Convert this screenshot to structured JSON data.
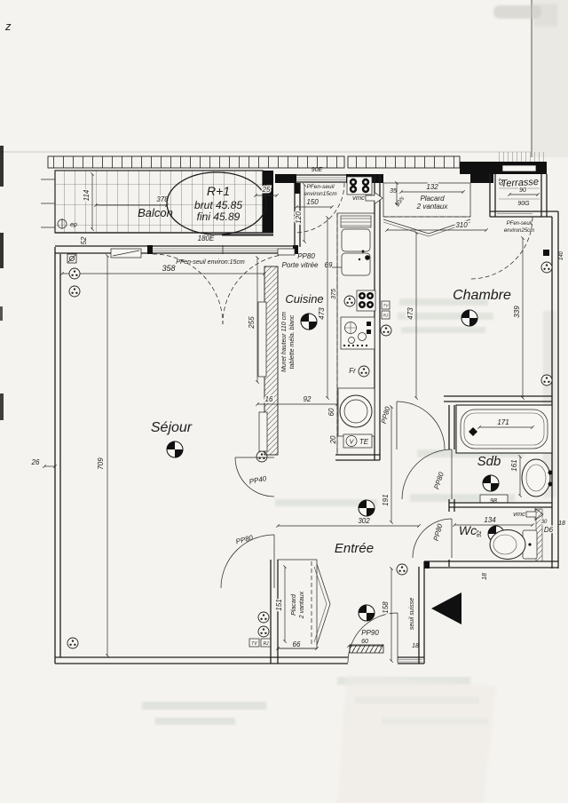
{
  "page": {
    "margin_mark": "z"
  },
  "stamp": {
    "level": "R+1",
    "brut": "brut 45.85",
    "fini": "fini 45.89"
  },
  "rooms": {
    "balcon": "Balcon",
    "terrasse": "Terrasse",
    "cuisine": "Cuisine",
    "chambre": "Chambre",
    "sejour": "Séjour",
    "sdb": "Sdb",
    "wc": "Wc",
    "entree": "Entrée"
  },
  "doors": {
    "pp80": "PP80",
    "pp40": "PP40",
    "pp90": "PP90",
    "porte_vitree": "Porte vitrée",
    "d6": "D6"
  },
  "notes": {
    "pfen15_l1": "PFen-seuil",
    "pfen15_l2": "environ15cm",
    "pfen15_sejour": "PFen-seuil environ:15cm",
    "pfen25_l1": "PFen-seuil",
    "pfen25_l2": "environ25cm",
    "muret_l1": "Muret hauteur 110 cm",
    "muret_l2": "tablette méla. blanc",
    "seuil_suisse": "seuil suisse",
    "placard_l1": "Placard",
    "placard_l2": "2 vantaux",
    "vmc": "vmc",
    "ep": "ep",
    "fr": "Fr",
    "te": "TE",
    "v": "V",
    "tv": "TV",
    "rj": "RJ",
    "flow": "50/s"
  },
  "dims": {
    "d378": "378",
    "d114": "114",
    "d25": "25",
    "d52": "52",
    "d180e": "180E",
    "d90e": "90E",
    "d150": "150",
    "d120": "120",
    "d35": "35",
    "d132": "132",
    "d310": "310",
    "d62": "62",
    "d90": "90",
    "d90g": "90G",
    "d140": "140",
    "d358": "358",
    "d255": "255",
    "d69": "69",
    "d473": "473",
    "d375": "375",
    "d339": "339",
    "d26": "26",
    "d709": "709",
    "d16": "16",
    "d92": "92",
    "d60w": "60",
    "d20": "20",
    "d171": "171",
    "d161": "161",
    "d98": "98",
    "d134": "134",
    "d92wc": "92",
    "d30": "30",
    "d18": "18",
    "d191": "191",
    "d302": "302",
    "d151": "151",
    "d66": "66",
    "d60": "60",
    "d158": "158"
  }
}
